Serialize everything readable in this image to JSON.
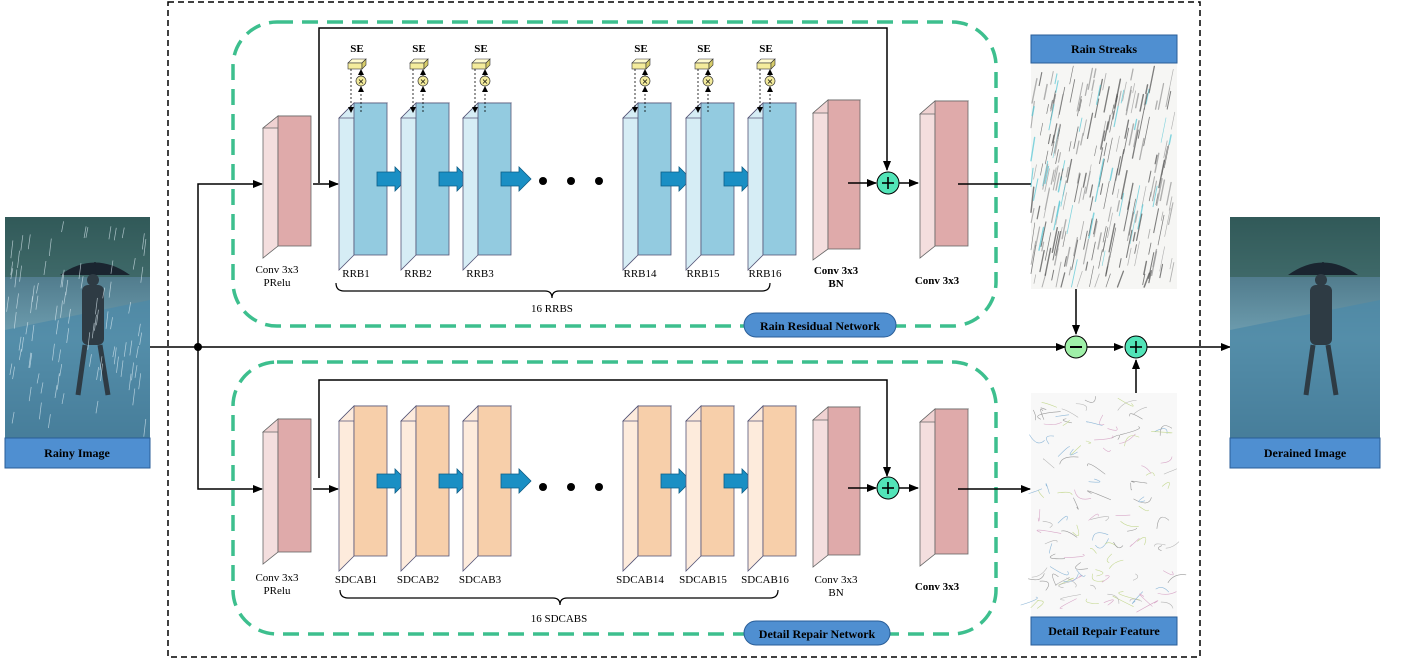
{
  "input_image_label": "Rainy Image",
  "output_image_label": "Derained Image",
  "rain_streaks_label": "Rain Streaks",
  "detail_feature_label": "Detail Repair Feature",
  "se_label": "SE",
  "rain_net": {
    "title": "Rain Residual Network",
    "first_conv_line1": "Conv 3x3",
    "first_conv_line2": "PRelu",
    "blocks": [
      "RRB1",
      "RRB2",
      "RRB3",
      "RRB14",
      "RRB15",
      "RRB16"
    ],
    "last_conv_line1": "Conv 3x3",
    "last_conv_line2": "BN",
    "out_conv": "Conv 3x3",
    "brace_label": "16 RRBS"
  },
  "detail_net": {
    "title": "Detail Repair Network",
    "first_conv_line1": "Conv 3x3",
    "first_conv_line2": "PRelu",
    "blocks": [
      "SDCAB1",
      "SDCAB2",
      "SDCAB3",
      "SDCAB14",
      "SDCAB15",
      "SDCAB16"
    ],
    "last_conv_line1": "Conv 3x3",
    "last_conv_line2": "BN",
    "out_conv": "Conv 3x3",
    "brace_label": "16 SDCABS"
  },
  "colors": {
    "conv_front": "#dfaaaa",
    "conv_side": "#f4dede",
    "rrb_front": "#93cbe0",
    "rrb_side": "#d6edf5",
    "sdcab_front": "#f7cfaa",
    "sdcab_side": "#fdebdc",
    "dashed_region": "#3dbf8e",
    "title_box": "#4f8fd1",
    "op_circle": "#52e4b8",
    "se_box": "#f4ec9c"
  }
}
